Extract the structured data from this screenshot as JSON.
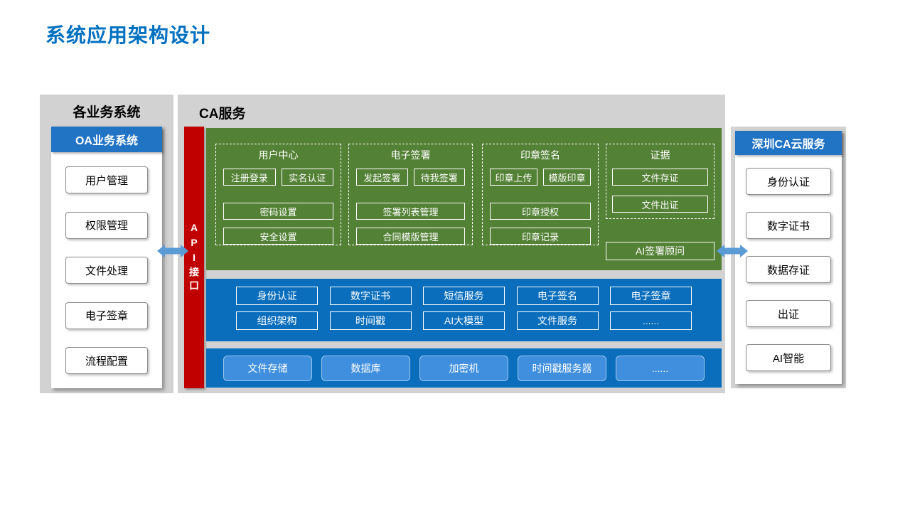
{
  "title": "系统应用架构设计",
  "palette": {
    "title_blue": "#0070C0",
    "panel_gray": "#D2D2D2",
    "header_blue": "#2173C4",
    "app_green": "#538135",
    "api_red": "#C00000",
    "service_blue": "#0A6EBD",
    "infra_button_blue": "#3F8FDE",
    "arrow_blue": "#5B9BD5"
  },
  "left_panel": {
    "title": "各业务系统",
    "box_header": "OA业务系统",
    "items": [
      "用户管理",
      "权限管理",
      "文件处理",
      "电子签章",
      "流程配置"
    ]
  },
  "center_panel": {
    "title": "CA服务",
    "api_label": "API接口",
    "green": {
      "columns": [
        {
          "title": "用户中心",
          "pair": [
            "注册登录",
            "实名认证"
          ],
          "wide": [
            "密码设置",
            "安全设置"
          ]
        },
        {
          "title": "电子签署",
          "pair": [
            "发起签署",
            "待我签署"
          ],
          "wide": [
            "签署列表管理",
            "合同模版管理"
          ]
        },
        {
          "title": "印章签名",
          "pair": [
            "印章上传",
            "模版印章"
          ],
          "wide": [
            "印章授权",
            "印章记录"
          ]
        },
        {
          "title": "证据",
          "wide": [
            "文件存证",
            "文件出证"
          ]
        }
      ],
      "advisor": "AI签署顾问"
    },
    "platform": {
      "row1": [
        "身份认证",
        "数字证书",
        "短信服务",
        "电子签名",
        "电子签章"
      ],
      "row2": [
        "组织架构",
        "时间戳",
        "AI大模型",
        "文件服务",
        "......"
      ]
    },
    "infra": [
      "文件存储",
      "数据库",
      "加密机",
      "时间戳服务器",
      "......"
    ]
  },
  "right_panel": {
    "box_header": "深圳CA云服务",
    "items": [
      "身份认证",
      "数字证书",
      "数据存证",
      "出证",
      "AI智能"
    ]
  }
}
